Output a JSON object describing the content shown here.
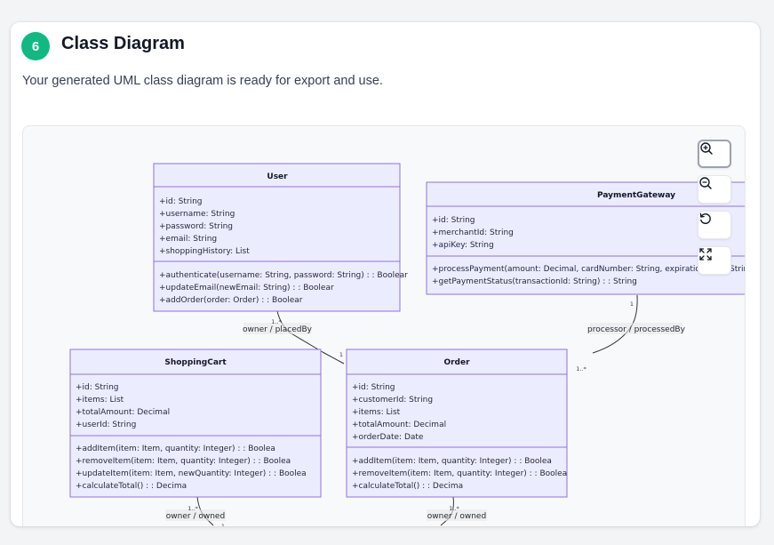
{
  "header": {
    "step_number": "6",
    "title": "Class Diagram",
    "subtitle": "Your generated UML class diagram is ready for export and use."
  },
  "controls": [
    {
      "name": "zoom-in",
      "icon": "zoom-in-icon"
    },
    {
      "name": "zoom-out",
      "icon": "zoom-out-icon"
    },
    {
      "name": "reset",
      "icon": "reset-icon"
    },
    {
      "name": "fit",
      "icon": "fit-screen-icon"
    }
  ],
  "diagram": {
    "classes": {
      "user": {
        "name": "User",
        "attributes": [
          "+id: String",
          "+username: String",
          "+password: String",
          "+email: String",
          "+shoppingHistory: List"
        ],
        "methods": [
          "+authenticate(username: String, password: String) : : Boolear",
          "+updateEmail(newEmail: String) : : Boolear",
          "+addOrder(order: Order) : : Boolear"
        ]
      },
      "payment_gateway": {
        "name": "PaymentGateway",
        "attributes": [
          "+id: String",
          "+merchantId: String",
          "+apiKey: String"
        ],
        "methods": [
          "+processPayment(amount: Decimal, cardNumber: String, expirationDate: String, cvv:",
          "+getPaymentStatus(transactionId: String) : : String"
        ]
      },
      "shopping_cart": {
        "name": "ShoppingCart",
        "attributes": [
          "+id: String",
          "+items: List",
          "+totalAmount: Decimal",
          "+userId: String"
        ],
        "methods": [
          "+addItem(item: Item, quantity: Integer) : : Boolea",
          "+removeItem(item: Item, quantity: Integer) : : Boolea",
          "+updateItem(item: Item, newQuantity: Integer) : : Boolea",
          "+calculateTotal() : : Decima"
        ]
      },
      "order": {
        "name": "Order",
        "attributes": [
          "+id: String",
          "+customerId: String",
          "+items: List",
          "+totalAmount: Decimal",
          "+orderDate: Date"
        ],
        "methods": [
          "+addItem(item: Item, quantity: Integer) : : Boolea",
          "+removeItem(item: Item, quantity: Integer) : : Boolea",
          "+calculateTotal() : : Decima"
        ]
      }
    },
    "relations": {
      "owner_placed_by": {
        "label": "owner / placedBy",
        "mult_from": "1..*",
        "mult_to": "1"
      },
      "processor_processed_by": {
        "label": "processor / processedBy",
        "mult_from": "1",
        "mult_to": "1..*"
      },
      "cart_owner_owned": {
        "label": "owner / owned",
        "mult_from": "1..*",
        "mult_to": "1"
      },
      "order_owner_owned": {
        "label": "owner / owned",
        "mult_from": "1..*"
      }
    },
    "colors": {
      "class_fill": "#ececff",
      "class_stroke": "#9370db",
      "edge": "#333333",
      "accent": "#10b981"
    }
  }
}
